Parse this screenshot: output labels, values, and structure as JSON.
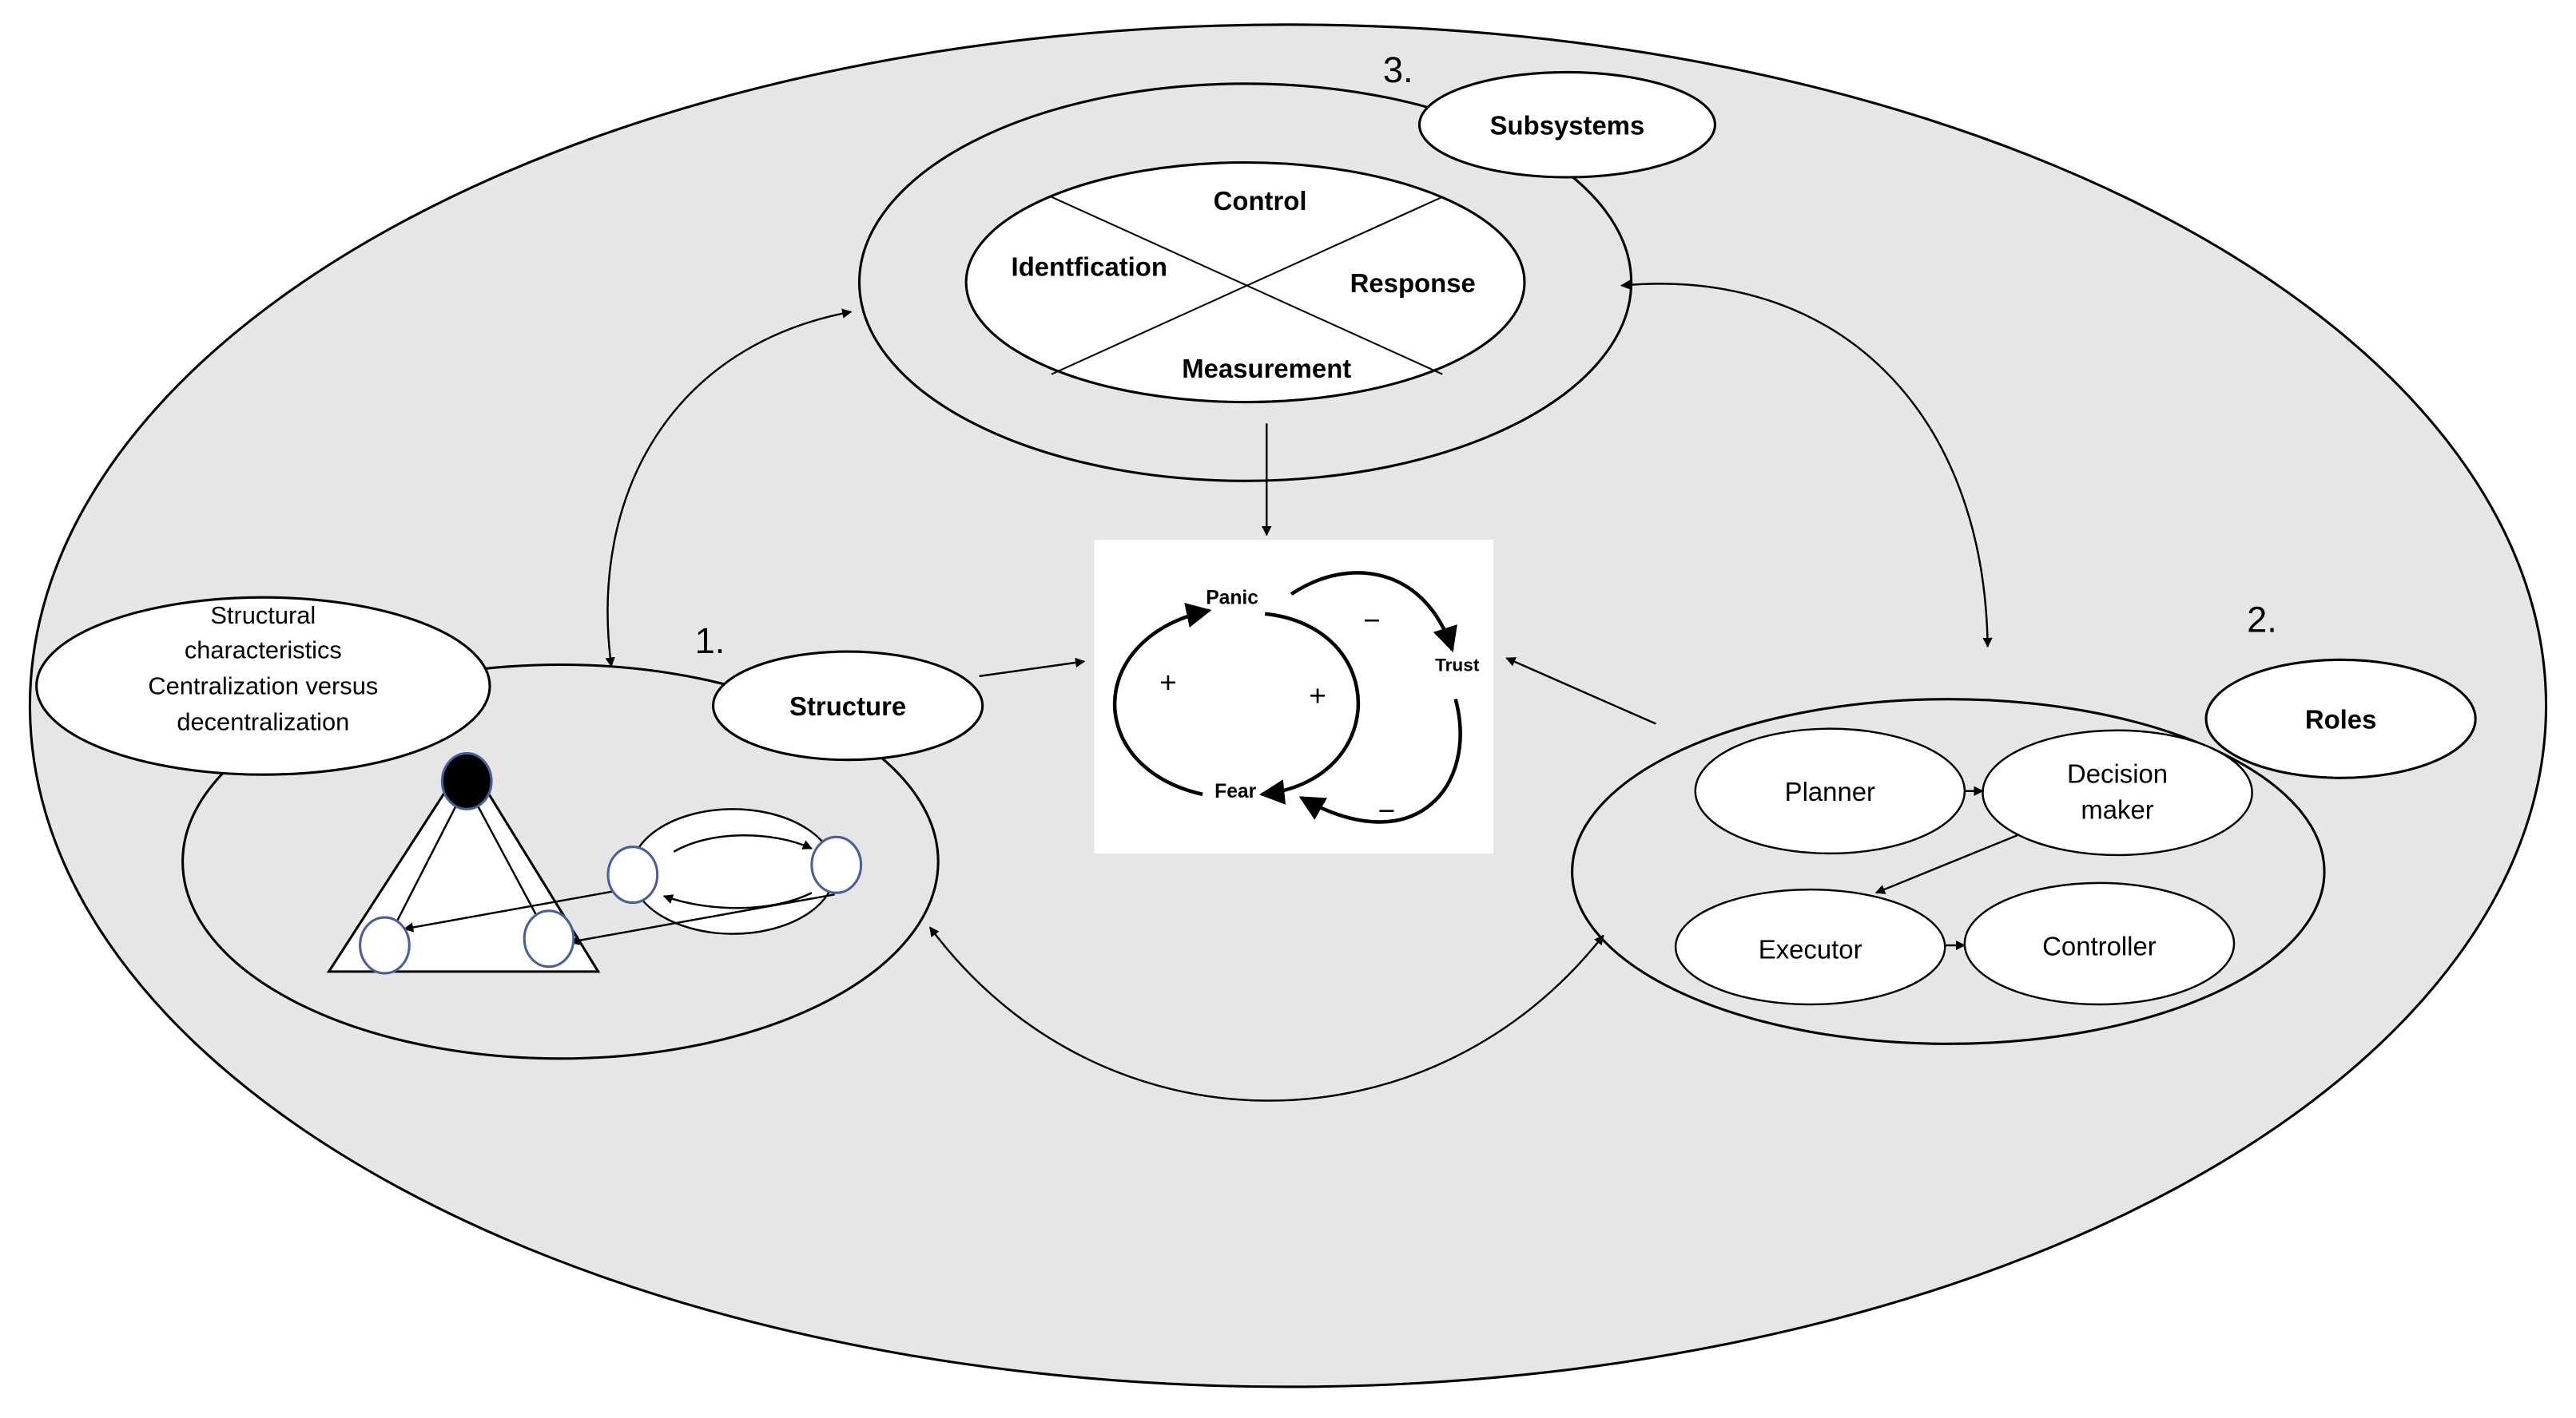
{
  "numbers": {
    "one": "1.",
    "two": "2.",
    "three": "3."
  },
  "subsystems": {
    "title": "Subsystems",
    "quadrants": {
      "top": "Control",
      "left": "Identfication",
      "right": "Response",
      "bottom": "Measurement"
    }
  },
  "structure": {
    "title": "Structure",
    "description": [
      "Structural",
      "characteristics",
      "Centralization versus",
      "decentralization"
    ]
  },
  "roles": {
    "title": "Roles",
    "items": {
      "planner": "Planner",
      "decision_maker": [
        "Decision",
        "maker"
      ],
      "executor": "Executor",
      "controller": "Controller"
    }
  },
  "loop": {
    "panic": "Panic",
    "trust": "Trust",
    "fear": "Fear",
    "sign_plus": "+",
    "sign_minus": "−"
  },
  "colors": {
    "outer_fill": "#e6e6e6",
    "node_fill": "#ffffff",
    "node_outline_blue": "#4a5f9a",
    "line": "#000000"
  }
}
